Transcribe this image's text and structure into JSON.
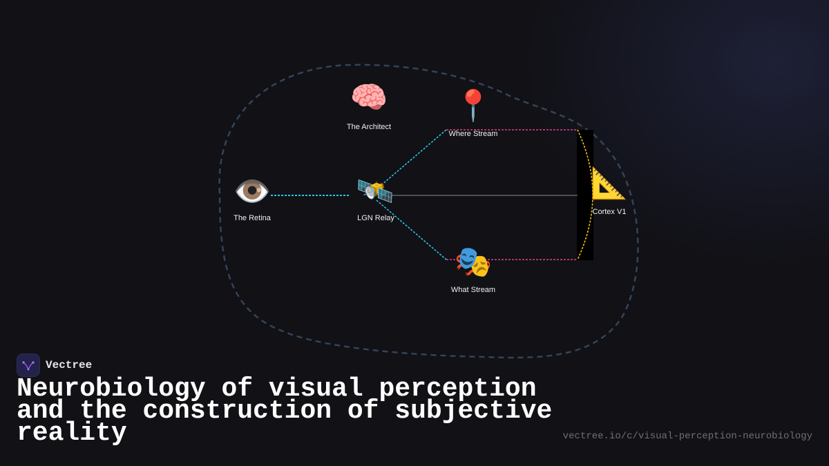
{
  "diagram": {
    "nodes": [
      {
        "id": "retina",
        "label": "The Retina",
        "icon": "eye-icon",
        "glyph": "👁️"
      },
      {
        "id": "lgn",
        "label": "LGN Relay",
        "icon": "satellite-icon",
        "glyph": "🛰️"
      },
      {
        "id": "architect",
        "label": "The Architect",
        "icon": "brain-icon",
        "glyph": "🧠"
      },
      {
        "id": "where",
        "label": "Where Stream",
        "icon": "pin-icon",
        "glyph": "📍"
      },
      {
        "id": "what",
        "label": "What Stream",
        "icon": "theater-masks-icon",
        "glyph": "🎭"
      },
      {
        "id": "cortex",
        "label": "Cortex V1",
        "icon": "triangular-ruler-icon",
        "glyph": "📐"
      }
    ],
    "edges": [
      {
        "from": "retina",
        "to": "lgn",
        "style": "dotted",
        "color": "#2fc4e8"
      },
      {
        "from": "lgn",
        "to": "where",
        "style": "dotted",
        "color": "#2fc4e8"
      },
      {
        "from": "lgn",
        "to": "what",
        "style": "dotted",
        "color": "#2fc4e8"
      },
      {
        "from": "lgn",
        "to": "cortex",
        "style": "solid",
        "color": "#8a8a90"
      },
      {
        "from": "where",
        "to": "cortex",
        "style": "dotted",
        "color": "#e0408a"
      },
      {
        "from": "what",
        "to": "cortex",
        "style": "dotted",
        "color": "#e0408a"
      },
      {
        "from": "where",
        "to": "what",
        "style": "dotted",
        "color": "#f0c020"
      }
    ],
    "boundary": {
      "style": "dashed",
      "color": "#34445a"
    }
  },
  "brand": {
    "name": "Vectree",
    "logo_icon": "vectree-logo-icon",
    "logo_color": "#8a4fe0"
  },
  "footer": {
    "title": "Neurobiology of visual perception and the construction of subjective reality",
    "url": "vectree.io/c/visual-perception-neurobiology"
  }
}
